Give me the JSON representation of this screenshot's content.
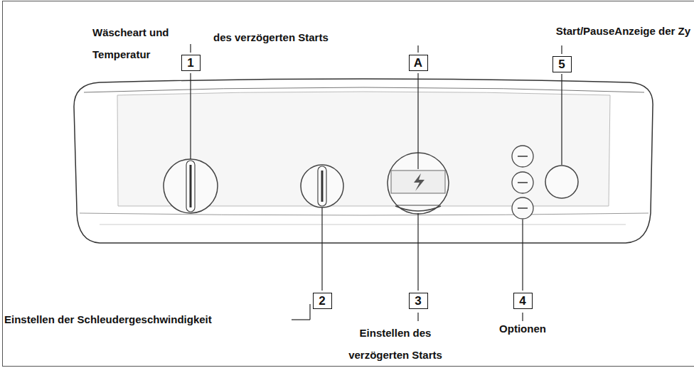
{
  "diagram": {
    "nodes": [
      {
        "text": [
          "1"
        ]
      },
      {
        "text": [
          "A"
        ]
      },
      {
        "text": [
          "5"
        ]
      },
      {
        "text": [
          "2"
        ]
      },
      {
        "text": [
          "3"
        ]
      },
      {
        "text": [
          "4"
        ]
      }
    ],
    "labels": [
      "Wäscheart und Temperatur",
      "des verzögerten Starts",
      "Start/PauseAnzeige der Zy",
      "Einstellen der Schleudergeschwindigkeit",
      "Einstellen des verzögerten Starts",
      "Optionen"
    ]
  }
}
